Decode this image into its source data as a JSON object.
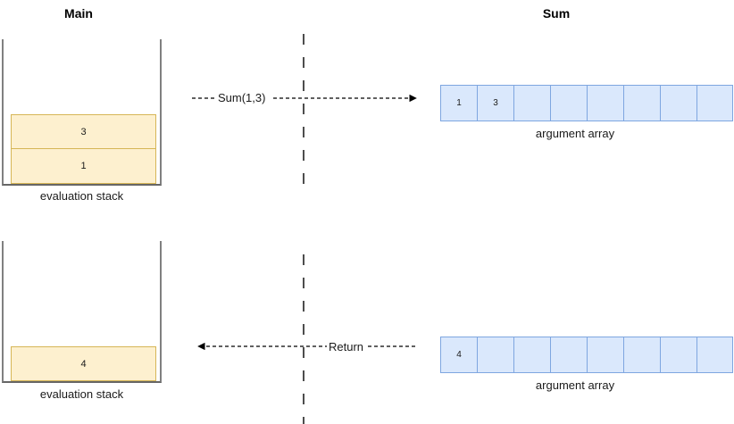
{
  "diagram": {
    "title_main": "Main",
    "title_sum": "Sum",
    "divider_label": "lifeline-divider"
  },
  "columns": [
    {
      "name": "main",
      "header": "Main"
    },
    {
      "name": "sum",
      "header": "Sum"
    }
  ],
  "frames": {
    "call": {
      "stack": {
        "label": "evaluation stack",
        "cells": [
          "3",
          "1"
        ]
      },
      "message": {
        "label": "Sum(1,3)",
        "direction": "right"
      },
      "argument_array": {
        "label": "argument array",
        "cells": [
          "1",
          "3",
          "",
          "",
          "",
          "",
          "",
          ""
        ]
      }
    },
    "return": {
      "stack": {
        "label": "evaluation stack",
        "cells": [
          "4"
        ]
      },
      "message": {
        "label": "Return",
        "direction": "left"
      },
      "argument_array": {
        "label": "argument array",
        "cells": [
          "4",
          "",
          "",
          "",
          "",
          "",
          "",
          ""
        ]
      }
    }
  },
  "colors": {
    "stack_cell_fill": "#fdf0cf",
    "stack_cell_stroke": "#d6b656",
    "array_cell_fill": "#dae8fc",
    "array_cell_stroke": "#7ea6e0",
    "stack_border": "#808080",
    "line": "#000000",
    "text": "#1a1a1a",
    "background": "#ffffff"
  }
}
